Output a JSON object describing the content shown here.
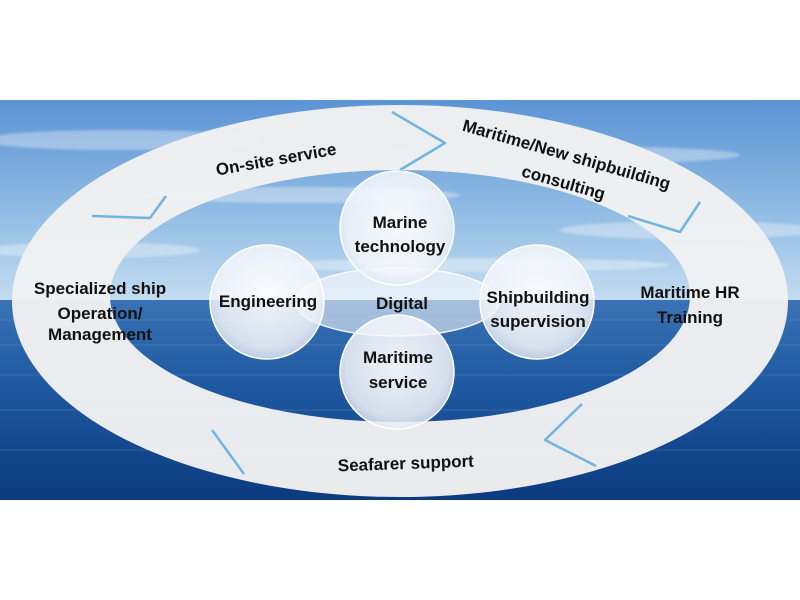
{
  "ring_labels": {
    "onsite": "On-site service",
    "consulting_line1": "Maritime/New shipbuilding",
    "consulting_line2": "consulting",
    "hr_line1": "Maritime HR",
    "hr_line2": "Training",
    "seafarer": "Seafarer support",
    "ship_line1": "Specialized ship",
    "ship_line2": "Operation/",
    "ship_line3": "Management"
  },
  "center": {
    "digital": "Digital",
    "marine_line1": "Marine",
    "marine_line2": "technology",
    "engineering": "Engineering",
    "supervision_line1": "Shipbuilding",
    "supervision_line2": "supervision",
    "service_line1": "Maritime",
    "service_line2": "service"
  },
  "colors": {
    "sky_top": "#5c93d4",
    "sky_horizon": "#b9d6ef",
    "sea_near": "#2a63a8",
    "sea_deep": "#0d3f86",
    "ring_fill": "#f1f1f1",
    "arrow_edge": "#6fb4e3"
  }
}
